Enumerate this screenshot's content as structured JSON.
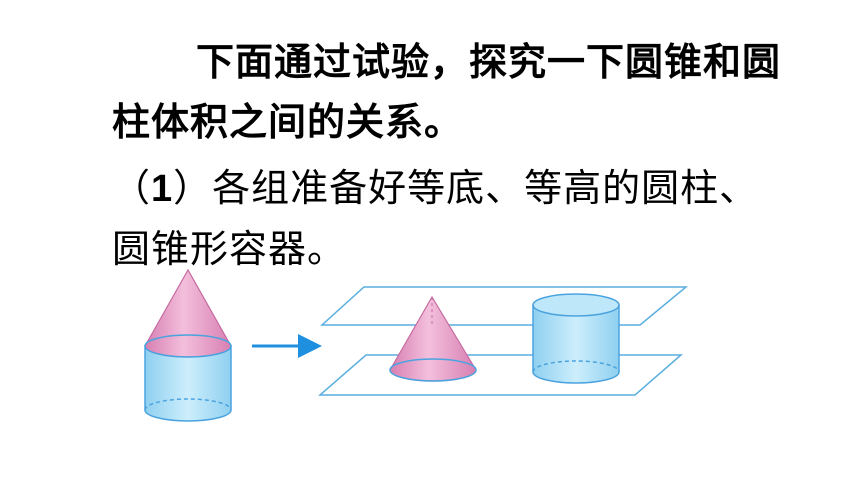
{
  "paragraph1": {
    "text_line1": "下面通过试验，探究一下圆锥和圆",
    "text_line2": "柱体积之间的关系。"
  },
  "paragraph2": {
    "open_paren": "（",
    "number": "1",
    "close_paren": "）",
    "text_line1_rest": "各组准备好等底、等高的圆柱、",
    "text_line2": "圆锥形容器。"
  },
  "colors": {
    "cone_fill": "#e79cc6",
    "cylinder_fill": "#a9dcf4",
    "outline": "#4aa3df",
    "arrow": "#1f8fe0"
  }
}
